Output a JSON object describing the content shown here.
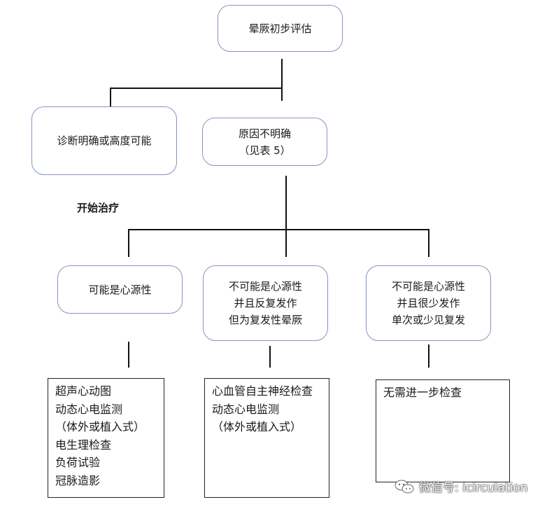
{
  "nodes": {
    "initial": "晕厥初步评估",
    "definite": "诊断明确或高度可能",
    "unclear": [
      "原因不明确",
      "（见表 5）"
    ],
    "cardiac": "可能是心源性",
    "noncardiac_frequent": [
      "不可能是心源性",
      "并且反复发作",
      "但为复发性晕厥"
    ],
    "noncardiac_rare": [
      "不可能是心源性",
      "并且很少发作",
      "单次或少见复发"
    ]
  },
  "note": "开始治疗",
  "tests": {
    "cardiac": [
      "超声心动图",
      "动态心电监测",
      "（体外或植入式）",
      "电生理检查",
      "负荷试验",
      "冠脉造影"
    ],
    "frequent": [
      "心血管自主神经检查",
      "动态心电监测",
      "（体外或植入式）"
    ],
    "rare": [
      "无需进一步检查"
    ]
  },
  "watermark": "微信号: icirculation",
  "colors": {
    "node_border": "#8395bf",
    "connector": "#111111"
  }
}
